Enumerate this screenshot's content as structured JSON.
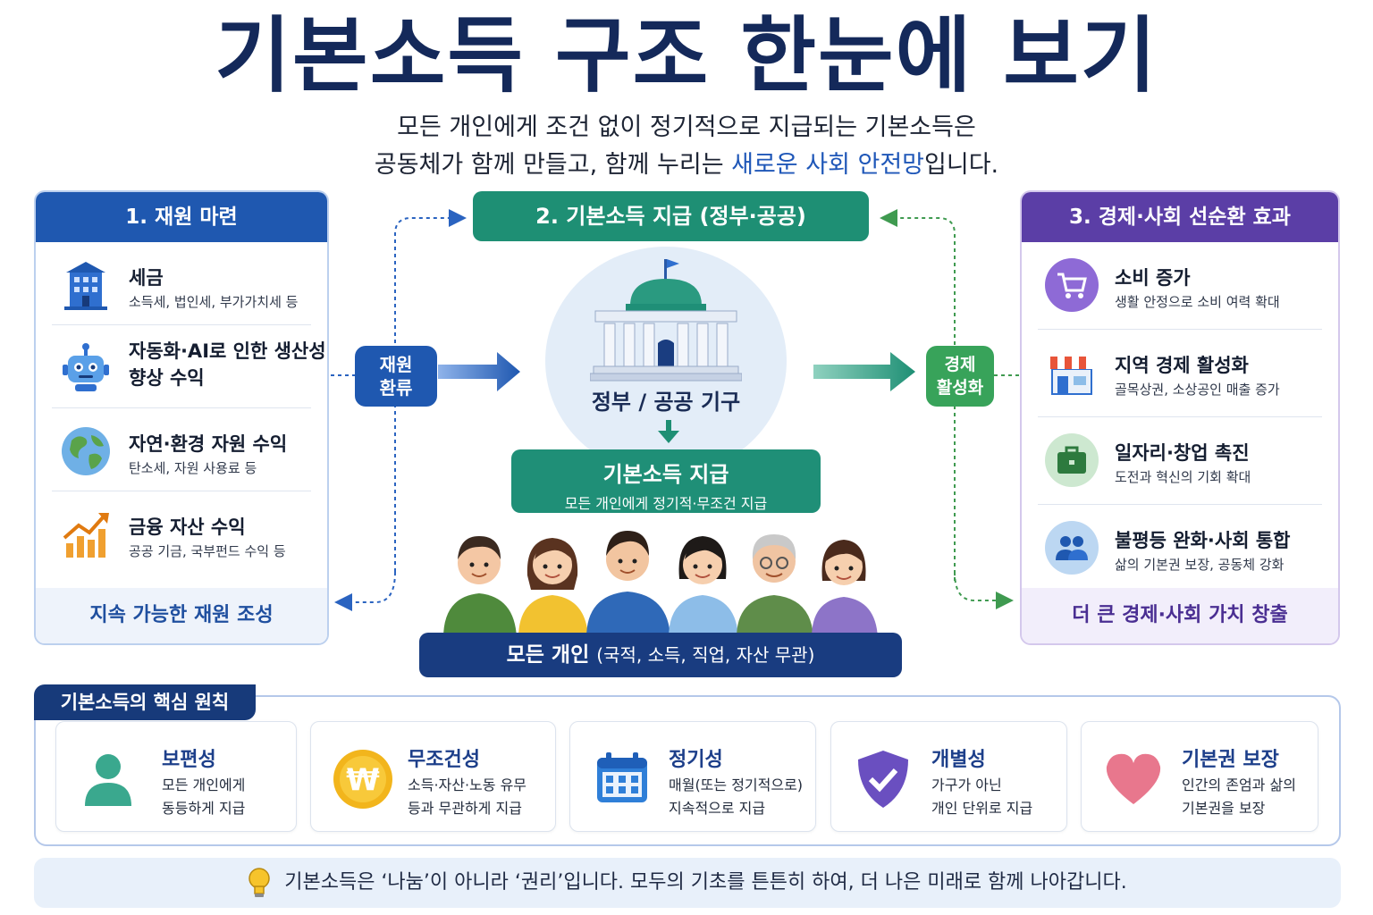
{
  "title": "기본소득 구조 한눈에 보기",
  "subtitle": {
    "line1": "모든 개인에게 조건 없이 정기적으로 지급되는 기본소득은",
    "line2_pre": "공동체가 함께 만들고, 함께 누리는 ",
    "line2_highlight": "새로운 사회 안전망",
    "line2_post": "입니다."
  },
  "left_panel": {
    "title": "1. 재원 마련",
    "items": [
      {
        "title": "세금",
        "desc": "소득세, 법인세, 부가가치세 등",
        "icon": "building-icon"
      },
      {
        "title": "자동화·AI로 인한 생산성 향상 수익",
        "desc": "",
        "icon": "robot-icon"
      },
      {
        "title": "자연·환경 자원 수익",
        "desc": "탄소세, 자원 사용료 등",
        "icon": "globe-icon"
      },
      {
        "title": "금융 자산 수익",
        "desc": "공공 기금, 국부펀드 수익 등",
        "icon": "growth-chart-icon"
      }
    ],
    "footer": "지속 가능한 재원 조성"
  },
  "center": {
    "title": "2. 기본소득 지급 (정부·공공)",
    "gov_label": "정부 / 공공 기구",
    "pay_title": "기본소득 지급",
    "pay_desc": "모든 개인에게 정기적·무조건 지급",
    "people_label": "모든 개인",
    "people_sub": "(국적, 소득, 직업, 자산 무관)",
    "left_pill_1": "재원",
    "left_pill_2": "환류",
    "right_pill_1": "경제",
    "right_pill_2": "활성화"
  },
  "right_panel": {
    "title": "3. 경제·사회 선순환 효과",
    "items": [
      {
        "title": "소비 증가",
        "desc": "생활 안정으로 소비 여력 확대",
        "icon": "cart-icon"
      },
      {
        "title": "지역 경제 활성화",
        "desc": "골목상권, 소상공인 매출 증가",
        "icon": "store-icon"
      },
      {
        "title": "일자리·창업 촉진",
        "desc": "도전과 혁신의 기회 확대",
        "icon": "briefcase-icon"
      },
      {
        "title": "불평등 완화·사회 통합",
        "desc": "삶의 기본권 보장, 공동체 강화",
        "icon": "people-icon"
      }
    ],
    "footer": "더 큰 경제·사회 가치 창출"
  },
  "principles": {
    "tag": "기본소득의 핵심 원칙",
    "cards": [
      {
        "title": "보편성",
        "line1": "모든 개인에게",
        "line2": "동등하게 지급",
        "icon": "person-icon"
      },
      {
        "title": "무조건성",
        "line1": "소득·자산·노동 유무",
        "line2": "등과 무관하게 지급",
        "icon": "won-coin-icon"
      },
      {
        "title": "정기성",
        "line1": "매월(또는 정기적으로)",
        "line2": "지속적으로 지급",
        "icon": "calendar-icon"
      },
      {
        "title": "개별성",
        "line1": "가구가 아닌",
        "line2": "개인 단위로 지급",
        "icon": "shield-check-icon"
      },
      {
        "title": "기본권 보장",
        "line1": "인간의 존엄과 삶의",
        "line2": "기본권을 보장",
        "icon": "heart-icon"
      }
    ]
  },
  "footer": "기본소득은 ‘나눔’이 아니라 ‘권리’입니다. 모두의 기초를 튼튼히 하여, 더 나은 미래로 함께 나아갑니다.",
  "colors": {
    "navy": "#14295a",
    "blue": "#1f58b0",
    "green": "#1e8f74",
    "purple": "#5b3ea6"
  }
}
